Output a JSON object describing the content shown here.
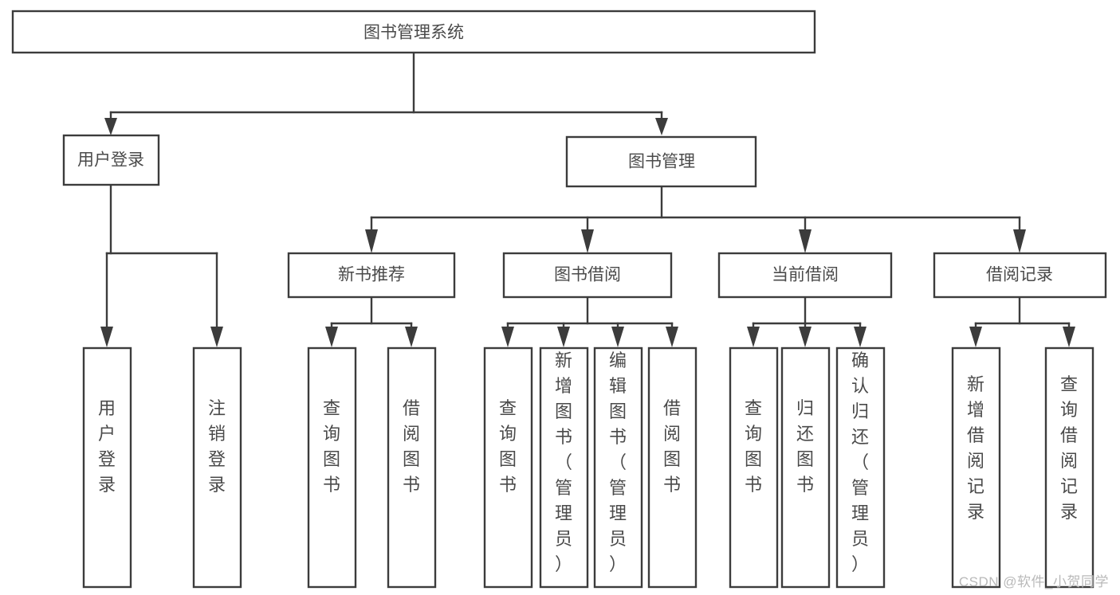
{
  "diagram": {
    "title": "图书管理系统",
    "watermark": "CSDN @软件_小贺同学",
    "type": "hierarchy-tree",
    "levels": 4,
    "root": {
      "id": "root",
      "label": "图书管理系统",
      "orientation": "horizontal"
    },
    "level2": [
      {
        "id": "user-login",
        "label": "用户登录",
        "orientation": "horizontal"
      },
      {
        "id": "book-manage",
        "label": "图书管理",
        "orientation": "horizontal"
      }
    ],
    "level3": [
      {
        "id": "new-book-recommend",
        "label": "新书推荐",
        "parent": "book-manage",
        "orientation": "horizontal"
      },
      {
        "id": "book-borrow",
        "label": "图书借阅",
        "parent": "book-manage",
        "orientation": "horizontal"
      },
      {
        "id": "current-borrow",
        "label": "当前借阅",
        "parent": "book-manage",
        "orientation": "horizontal"
      },
      {
        "id": "borrow-record",
        "label": "借阅记录",
        "parent": "book-manage",
        "orientation": "horizontal"
      }
    ],
    "leaves": [
      {
        "id": "leaf-user-login",
        "label": "用户登录",
        "parent": "user-login",
        "orientation": "vertical"
      },
      {
        "id": "leaf-logout-login",
        "label": "注销登录",
        "parent": "user-login",
        "orientation": "vertical"
      },
      {
        "id": "leaf-query-book-1",
        "label": "查询图书",
        "parent": "new-book-recommend",
        "orientation": "vertical"
      },
      {
        "id": "leaf-borrow-book-1",
        "label": "借阅图书",
        "parent": "new-book-recommend",
        "orientation": "vertical"
      },
      {
        "id": "leaf-query-book-2",
        "label": "查询图书",
        "parent": "book-borrow",
        "orientation": "vertical"
      },
      {
        "id": "leaf-add-book",
        "label": "新增图书（管理员）",
        "parent": "book-borrow",
        "orientation": "vertical"
      },
      {
        "id": "leaf-edit-book",
        "label": "编辑图书（管理员）",
        "parent": "book-borrow",
        "orientation": "vertical"
      },
      {
        "id": "leaf-borrow-book-2",
        "label": "借阅图书",
        "parent": "book-borrow",
        "orientation": "vertical"
      },
      {
        "id": "leaf-query-book-3",
        "label": "查询图书",
        "parent": "current-borrow",
        "orientation": "vertical"
      },
      {
        "id": "leaf-return-book",
        "label": "归还图书",
        "parent": "current-borrow",
        "orientation": "vertical"
      },
      {
        "id": "leaf-confirm-return",
        "label": "确认归还（管理员）",
        "parent": "current-borrow",
        "orientation": "vertical"
      },
      {
        "id": "leaf-add-borrow-record",
        "label": "新增借阅记录",
        "parent": "borrow-record",
        "orientation": "vertical"
      },
      {
        "id": "leaf-query-borrow-record",
        "label": "查询借阅记录",
        "parent": "borrow-record",
        "orientation": "vertical"
      }
    ],
    "colors": {
      "stroke": "#3c3c3c",
      "fill": "#ffffff",
      "text": "#4a4a4a",
      "watermark": "#b9b9b9"
    }
  }
}
